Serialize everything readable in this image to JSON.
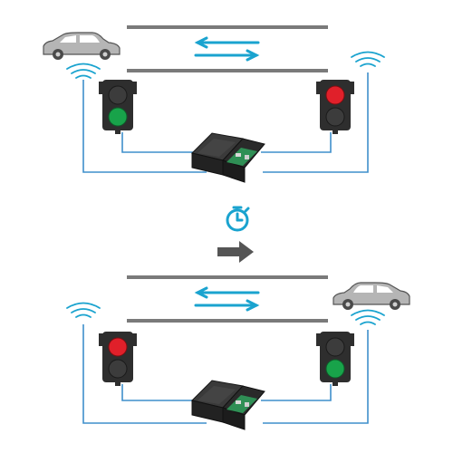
{
  "colors": {
    "road": "#7a7a7a",
    "accent": "#1aa3cf",
    "wire": "#3f8fcb",
    "car": "#b5b5b5",
    "car_dark": "#4a4a4a",
    "signal_red": "#e0202a",
    "signal_green": "#18a34a",
    "signal_off": "#3c3c3c",
    "housing": "#2e2e2e",
    "arrow_grey": "#555555"
  },
  "icons": {
    "timer": "stopwatch-icon",
    "sequence_arrow": "arrow-right-icon",
    "sensor": "wifi-signal-icon",
    "car": "car-icon",
    "controller": "control-box-icon"
  },
  "scenes": [
    {
      "id": "top",
      "car_side": "left",
      "car_facing": "right",
      "left_light_active": "green",
      "right_light_active": "red"
    },
    {
      "id": "bottom",
      "car_side": "right",
      "car_facing": "left",
      "left_light_active": "red",
      "right_light_active": "green"
    }
  ]
}
